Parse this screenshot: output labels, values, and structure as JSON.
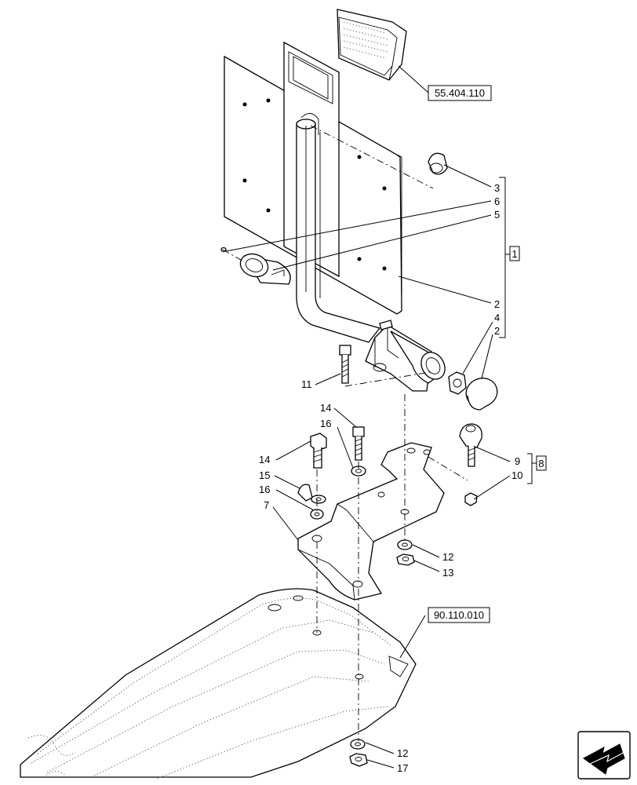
{
  "references": {
    "ref_top": "55.404.110",
    "ref_bottom": "90.110.010"
  },
  "callouts": {
    "c3": "3",
    "c6": "6",
    "c5": "5",
    "c2a": "2",
    "c4": "4",
    "c2b": "2",
    "c11": "11",
    "c14a": "14",
    "c16a": "16",
    "c14b": "14",
    "c15": "15",
    "c16b": "16",
    "c7": "7",
    "c9": "9",
    "c10": "10",
    "c12a": "12",
    "c13": "13",
    "c12b": "12",
    "c17": "17"
  },
  "groups": {
    "group1": "1",
    "group8": "8"
  },
  "icons": {
    "nav": "next-page-arrow-icon"
  }
}
